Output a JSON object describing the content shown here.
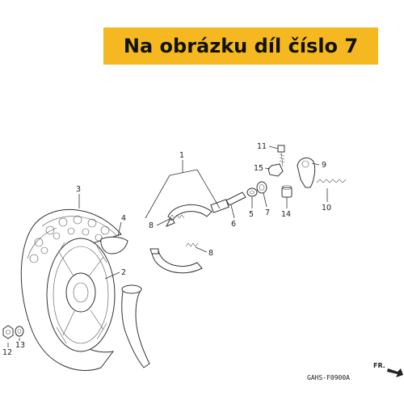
{
  "banner": {
    "text": "Na obrázku díl číslo 7",
    "color": "#f5b820"
  },
  "diagram_code": "GAHS-F0900A",
  "direction_label": "FR.",
  "callouts": [
    {
      "id": "c1",
      "label": "1"
    },
    {
      "id": "c2",
      "label": "2"
    },
    {
      "id": "c3",
      "label": "3"
    },
    {
      "id": "c4",
      "label": "4"
    },
    {
      "id": "c5",
      "label": "5"
    },
    {
      "id": "c6",
      "label": "6"
    },
    {
      "id": "c7",
      "label": "7"
    },
    {
      "id": "c8a",
      "label": "8"
    },
    {
      "id": "c8b",
      "label": "8"
    },
    {
      "id": "c9",
      "label": "9"
    },
    {
      "id": "c10",
      "label": "10"
    },
    {
      "id": "c11",
      "label": "11"
    },
    {
      "id": "c12",
      "label": "12"
    },
    {
      "id": "c13",
      "label": "13"
    },
    {
      "id": "c14",
      "label": "14"
    },
    {
      "id": "c15",
      "label": "15"
    }
  ]
}
